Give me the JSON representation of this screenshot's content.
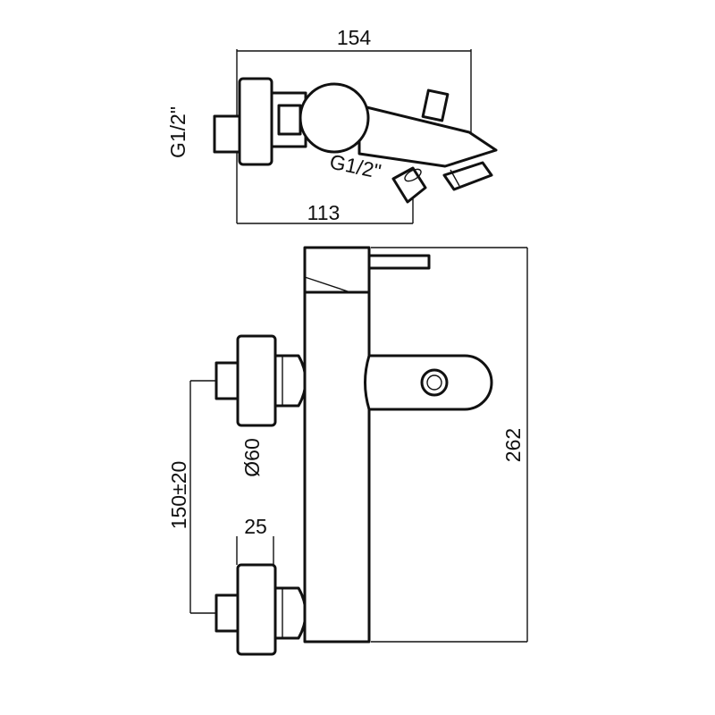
{
  "dimensions": {
    "top_width": "154",
    "spout_offset": "113",
    "inlet_thread": "G1/2\"",
    "outlet_thread": "G1/2\"",
    "height": "262",
    "flange_diameter": "Ø60",
    "centers": "150±20",
    "flange_depth": "25"
  }
}
